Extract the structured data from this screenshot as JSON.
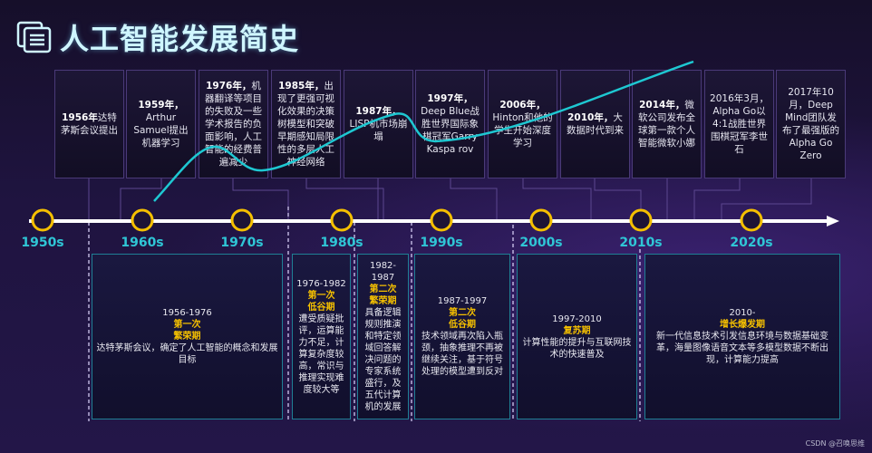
{
  "title": "人工智能发展简史",
  "title_icon": "document-list-icon",
  "colors": {
    "accent_cyan": "#2fc6d6",
    "curve": "#1ec8d2",
    "circle": "#f5c000",
    "phase": "#f5c000",
    "box_border": "#1f7f95"
  },
  "cards": [
    {
      "bold": "1956年",
      "text": "达特茅斯会议提出"
    },
    {
      "bold": "1959年，",
      "text": "Arthur Samuel提出机器学习"
    },
    {
      "bold": "1976年，",
      "text": "机器翻译等项目的失败及一些学术报告的负面影响，人工智能的经费普遍减少"
    },
    {
      "bold": "1985年，",
      "text": "出现了更强可视化效果的决策树模型和突破早期感知局限性的多层人工神经网络"
    },
    {
      "bold": "1987年，",
      "text": "LISP机市场崩塌"
    },
    {
      "bold": "1997年，",
      "text": "Deep Blue战胜世界国际象棋冠军Garry Kaspa rov"
    },
    {
      "bold": "2006年，",
      "text": "Hinton和他的学生开始深度学习"
    },
    {
      "bold": "2010年，",
      "text": "大数据时代到来"
    },
    {
      "bold": "2014年，",
      "text": "微软公司发布全球第一款个人智能微软小娜"
    },
    {
      "bold": "",
      "text": "2016年3月，Alpha Go以4:1战胜世界围棋冠军李世石"
    },
    {
      "bold": "",
      "text": "2017年10月，Deep Mind团队发布了最强版的Alpha Go Zero"
    }
  ],
  "decades": [
    "1950s",
    "1960s",
    "1970s",
    "1980s",
    "1990s",
    "2000s",
    "2010s",
    "2020s"
  ],
  "periods": [
    {
      "range": "1956-1976",
      "phase1": "第一次",
      "phase2": "繁荣期",
      "desc": "达特茅斯会议，确定了人工智能的概念和发展目标"
    },
    {
      "range": "1976-1982",
      "phase1": "第一次",
      "phase2": "低谷期",
      "desc": "遭受质疑批评，运算能力不足，计算复杂度较高，常识与推理实现难度较大等"
    },
    {
      "range": "1982-1987",
      "phase1": "第二次",
      "phase2": "繁荣期",
      "desc": "具备逻辑规则推演和特定领域回答解决问题的专家系统盛行，及五代计算机的发展"
    },
    {
      "range": "1987-1997",
      "phase1": "第二次",
      "phase2": "低谷期",
      "desc": "技术领域再次陷入瓶颈，抽象推理不再被继续关注，基于符号处理的模型遭到反对"
    },
    {
      "range": "1997-2010",
      "phase1": "复苏期",
      "phase2": "",
      "desc": "计算性能的提升与互联网技术的快速普及"
    },
    {
      "range": "2010-",
      "phase1": "增长爆发期",
      "phase2": "",
      "desc": "新一代信息技术引发信息环境与数据基础变革，海量图像语音文本等多模型数据不断出现，计算能力提高"
    }
  ],
  "watermark": "CSDN @召唤思维"
}
